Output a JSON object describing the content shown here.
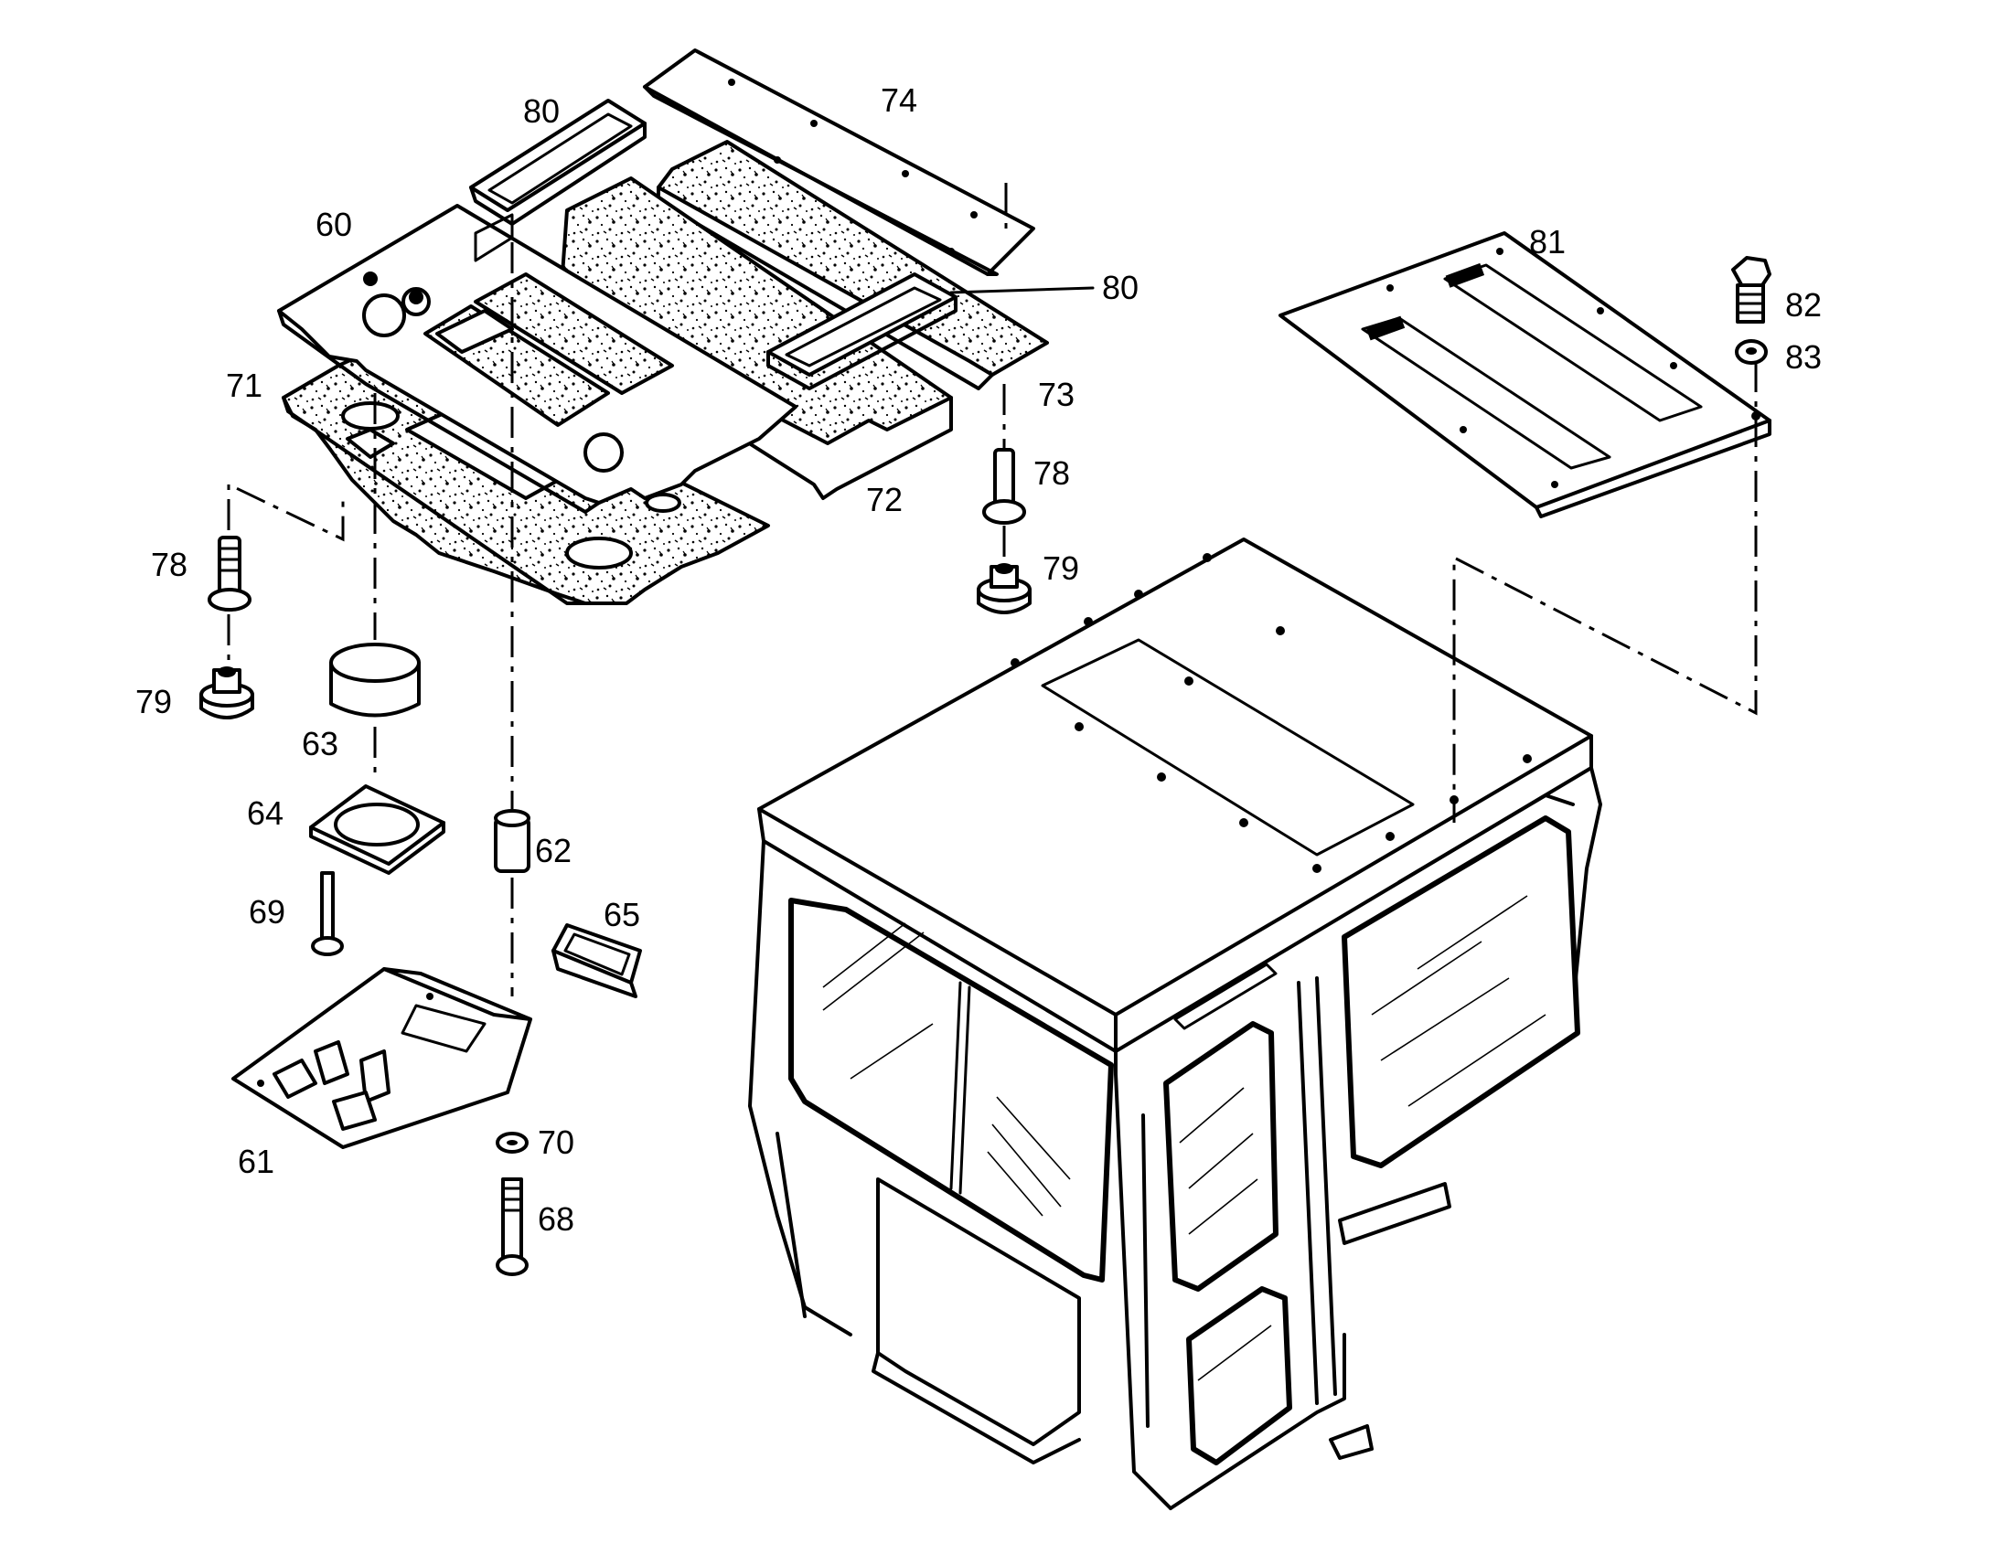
{
  "callouts": [
    {
      "id": "c80a",
      "text": "80"
    },
    {
      "id": "c74",
      "text": "74"
    },
    {
      "id": "c60",
      "text": "60"
    },
    {
      "id": "c80b",
      "text": "80"
    },
    {
      "id": "c81",
      "text": "81"
    },
    {
      "id": "c82",
      "text": "82"
    },
    {
      "id": "c83",
      "text": "83"
    },
    {
      "id": "c71",
      "text": "71"
    },
    {
      "id": "c73",
      "text": "73"
    },
    {
      "id": "c72",
      "text": "72"
    },
    {
      "id": "c78a",
      "text": "78"
    },
    {
      "id": "c78b",
      "text": "78"
    },
    {
      "id": "c79a",
      "text": "79"
    },
    {
      "id": "c79b",
      "text": "79"
    },
    {
      "id": "c63",
      "text": "63"
    },
    {
      "id": "c64",
      "text": "64"
    },
    {
      "id": "c62",
      "text": "62"
    },
    {
      "id": "c65",
      "text": "65"
    },
    {
      "id": "c69",
      "text": "69"
    },
    {
      "id": "c70",
      "text": "70"
    },
    {
      "id": "c61",
      "text": "61"
    },
    {
      "id": "c68",
      "text": "68"
    }
  ]
}
